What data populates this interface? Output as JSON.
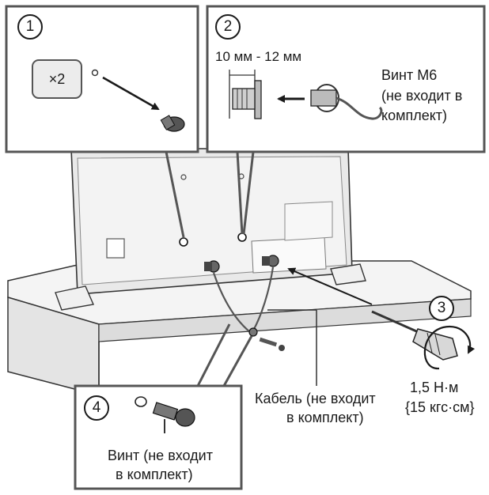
{
  "steps": {
    "s1": "1",
    "s2": "2",
    "s3": "3",
    "s4": "4"
  },
  "callout1": {
    "quantity": "×2"
  },
  "callout2": {
    "dimension": "10 мм - 12 мм",
    "screw_label": [
      "Винт M6",
      "(не входит в",
      "комплект)"
    ]
  },
  "torque": {
    "line1": "1,5 Н·м",
    "line2": "{15 кгс·см}"
  },
  "cable_label": {
    "line1": "Кабель (не входит",
    "line2": "в комплект)"
  },
  "callout4": {
    "line1": "Винт (не входит",
    "line2": "в комплект)"
  },
  "colors": {
    "frame": "#555555",
    "panel": "#ffffff",
    "tv_body": "#e6e6e6",
    "stand": "#f2f2f2",
    "stroke": "#1a1a1a"
  },
  "icons": [
    "screw-icon",
    "bolt-icon",
    "arrow-icon",
    "rotation-arrow-icon",
    "screwdriver-icon",
    "washer-icon"
  ]
}
